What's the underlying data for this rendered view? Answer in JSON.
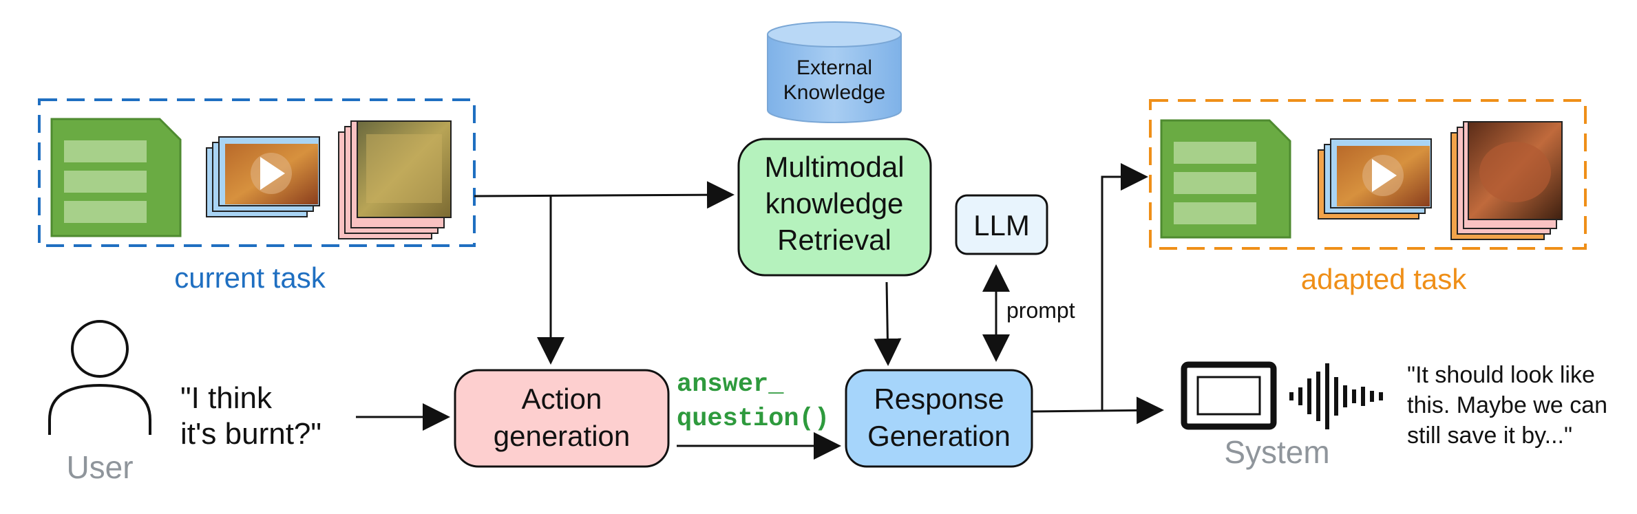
{
  "groups": {
    "current_task": {
      "label": "current task",
      "color": "#1f6fc1"
    },
    "adapted_task": {
      "label": "adapted task",
      "color": "#ef8f18"
    }
  },
  "nodes": {
    "external_knowledge": {
      "line1": "External",
      "line2": "Knowledge"
    },
    "retrieval": {
      "line1": "Multimodal",
      "line2": "knowledge",
      "line3": "Retrieval",
      "fill": "#b5f2bd"
    },
    "llm": {
      "label": "LLM",
      "fill": "#e8f4fd"
    },
    "action": {
      "line1": "Action",
      "line2": "generation",
      "fill": "#fdcfcf"
    },
    "response": {
      "line1": "Response",
      "line2": "Generation",
      "fill": "#a6d5fb"
    }
  },
  "edges": {
    "prompt_label": "prompt",
    "func_line1": "answer_",
    "func_line2": "question()",
    "func_color": "#2e9a3d"
  },
  "user": {
    "label": "User",
    "quote_line1": "\"I think",
    "quote_line2": "it's burnt?\""
  },
  "system": {
    "label": "System",
    "quote_line1": "\"It should look like",
    "quote_line2": "this. Maybe we can",
    "quote_line3": "still save it by...\""
  },
  "icons": {
    "document": "document-icon",
    "video": "video-stack-icon",
    "image": "image-stack-icon",
    "user": "user-icon",
    "screen": "screen-icon",
    "audio": "audio-waveform-icon"
  }
}
